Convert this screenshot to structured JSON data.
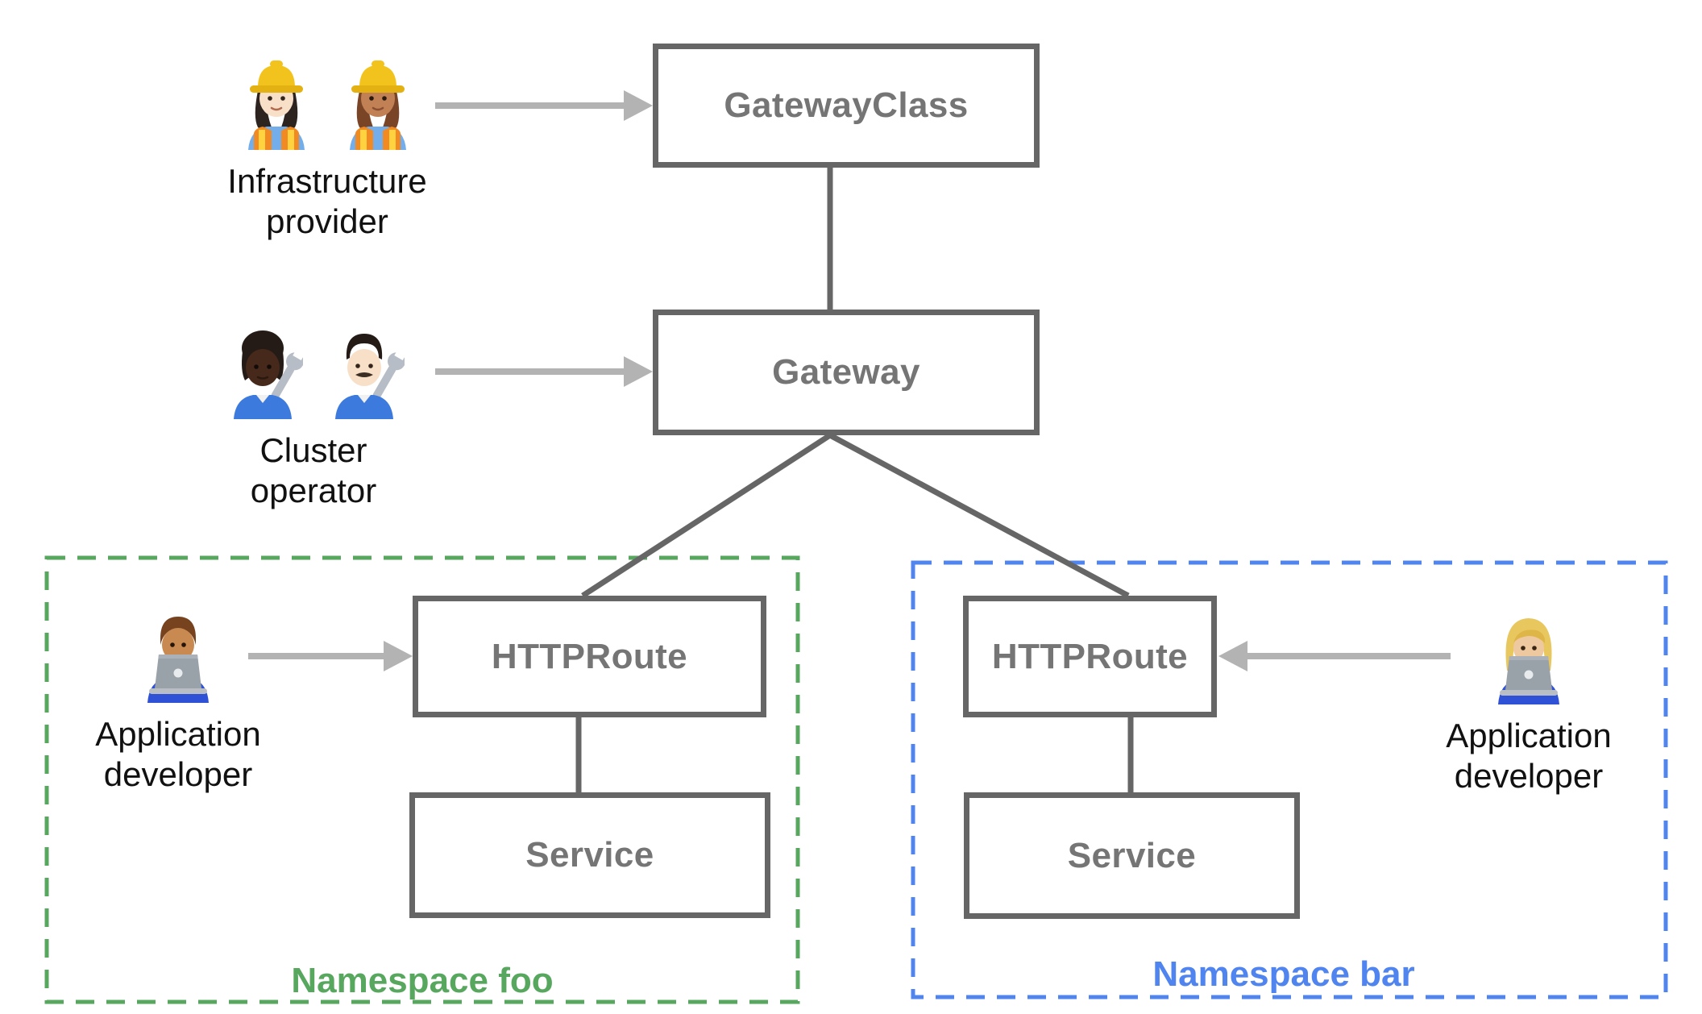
{
  "nodes": {
    "gatewayclass": "GatewayClass",
    "gateway": "Gateway",
    "httproute_foo": "HTTPRoute",
    "service_foo": "Service",
    "httproute_bar": "HTTPRoute",
    "service_bar": "Service"
  },
  "personas": {
    "infrastructure_provider": {
      "line1": "Infrastructure",
      "line2": "provider",
      "icons": [
        "woman-construction-worker-light-skin-icon",
        "woman-construction-worker-medium-skin-icon"
      ]
    },
    "cluster_operator": {
      "line1": "Cluster",
      "line2": "operator",
      "icons": [
        "mechanic-dark-skin-icon",
        "man-mechanic-light-skin-icon"
      ]
    },
    "application_developer_foo": {
      "line1": "Application",
      "line2": "developer",
      "icons": [
        "man-technologist-medium-skin-icon"
      ]
    },
    "application_developer_bar": {
      "line1": "Application",
      "line2": "developer",
      "icons": [
        "woman-technologist-medium-light-skin-icon"
      ]
    }
  },
  "namespaces": {
    "foo": {
      "label": "Namespace foo",
      "color": "#58a75f"
    },
    "bar": {
      "label": "Namespace bar",
      "color": "#5084ef"
    }
  },
  "colors": {
    "node_border": "#666666",
    "node_label": "#757575",
    "arrow": "#b3b3b3",
    "persona_label": "#111111",
    "background": "#ffffff"
  }
}
